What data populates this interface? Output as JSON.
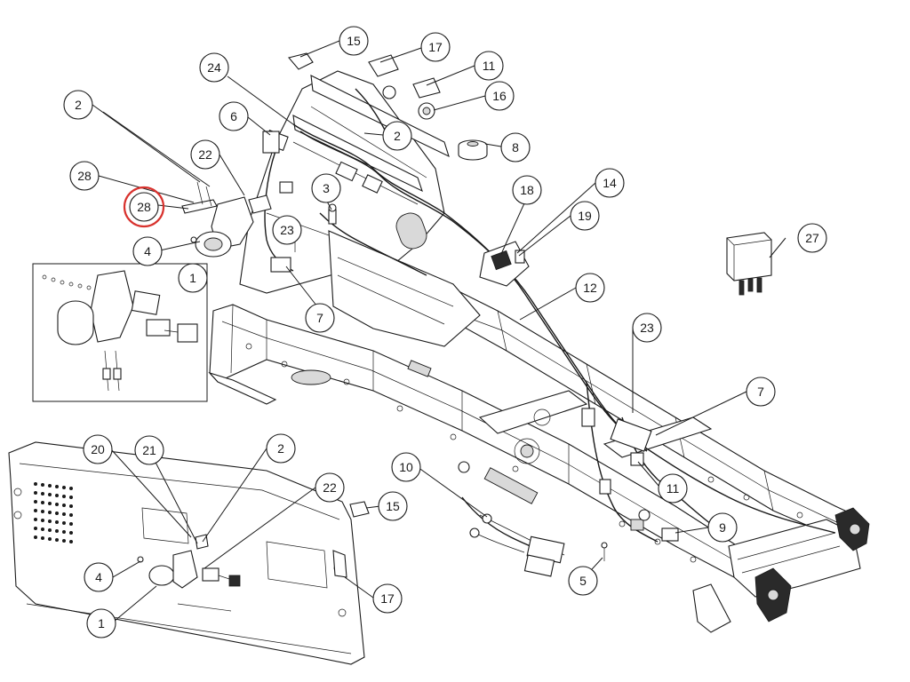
{
  "highlight_color": "#d8322e",
  "callouts": [
    {
      "id": "c15a",
      "label": "15"
    },
    {
      "id": "c17a",
      "label": "17"
    },
    {
      "id": "c11a",
      "label": "11"
    },
    {
      "id": "c24",
      "label": "24"
    },
    {
      "id": "c16",
      "label": "16"
    },
    {
      "id": "c2a",
      "label": "2"
    },
    {
      "id": "c6",
      "label": "6"
    },
    {
      "id": "c2b",
      "label": "2"
    },
    {
      "id": "c8",
      "label": "8"
    },
    {
      "id": "c22a",
      "label": "22"
    },
    {
      "id": "c28a",
      "label": "28"
    },
    {
      "id": "c28b",
      "label": "28"
    },
    {
      "id": "c3",
      "label": "3"
    },
    {
      "id": "c18",
      "label": "18"
    },
    {
      "id": "c14",
      "label": "14"
    },
    {
      "id": "c19",
      "label": "19"
    },
    {
      "id": "c27",
      "label": "27"
    },
    {
      "id": "c23a",
      "label": "23"
    },
    {
      "id": "c4a",
      "label": "4"
    },
    {
      "id": "c1a",
      "label": "1"
    },
    {
      "id": "c7a",
      "label": "7"
    },
    {
      "id": "c12",
      "label": "12"
    },
    {
      "id": "c23b",
      "label": "23"
    },
    {
      "id": "c7b",
      "label": "7"
    },
    {
      "id": "c20",
      "label": "20"
    },
    {
      "id": "c21",
      "label": "21"
    },
    {
      "id": "c2c",
      "label": "2"
    },
    {
      "id": "c22b",
      "label": "22"
    },
    {
      "id": "c10",
      "label": "10"
    },
    {
      "id": "c15b",
      "label": "15"
    },
    {
      "id": "c11b",
      "label": "11"
    },
    {
      "id": "c9",
      "label": "9"
    },
    {
      "id": "c4b",
      "label": "4"
    },
    {
      "id": "c5",
      "label": "5"
    },
    {
      "id": "c17b",
      "label": "17"
    },
    {
      "id": "c1b",
      "label": "1"
    }
  ]
}
